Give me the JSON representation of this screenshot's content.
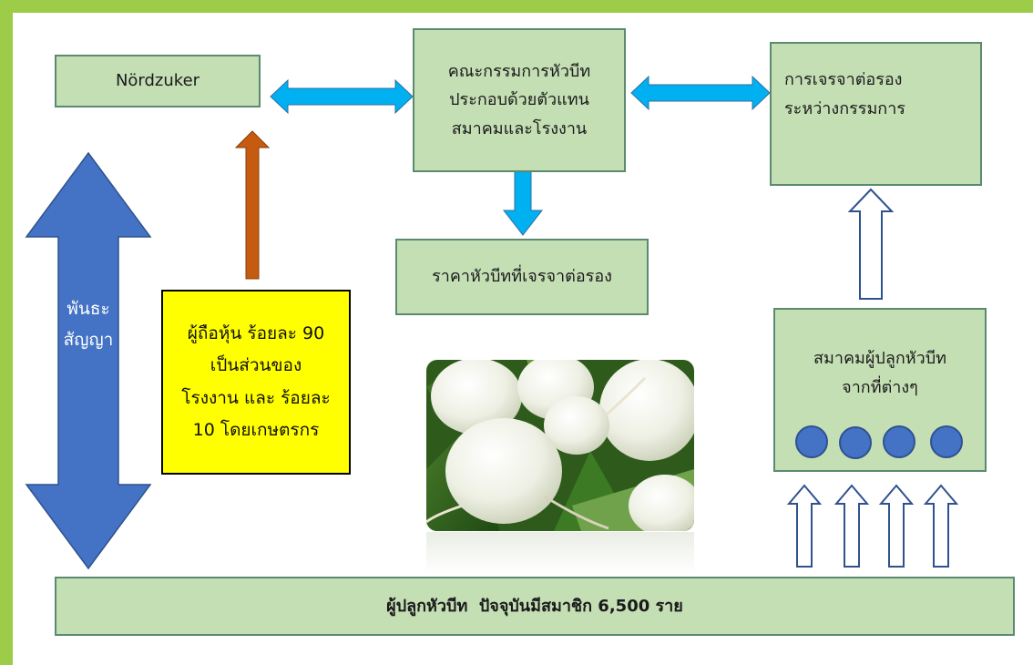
{
  "nodes": {
    "nordzuker": "Nördzuker",
    "committee": [
      "คณะกรรมการหัวบีท",
      "ประกอบด้วยตัวแทน",
      "สมาคมและโรงงาน"
    ],
    "negotiation": [
      "การเจรจาต่อรอง",
      "ระหว่างกรรมการ"
    ],
    "price": "ราคาหัวบีทที่เจรจาต่อรอง",
    "shareholders": [
      "ผู้ถือหุ้น ร้อยละ 90",
      "เป็นส่วนของ",
      "โรงงาน และ ร้อยละ",
      "10 โดยเกษตรกร"
    ],
    "associations": [
      "สมาคมผู้ปลูกหัวบีท",
      "จากที่ต่างๆ"
    ],
    "growers": "ผู้ปลูกหัวบีท  ปัจจุบันมีสมาชิก 6,500 ราย",
    "contract": [
      "พันธะ",
      "สัญญา"
    ]
  },
  "colors": {
    "frame": "#9ccc48",
    "box_fill": "#c5dfb5",
    "box_border": "#5a8a70",
    "highlight": "#ffff00",
    "light_blue_arrow": "#00b0f0",
    "dark_blue_arrow": "#4472c4",
    "brown_arrow": "#c55a11",
    "outline_arrow": "#2f528f"
  },
  "image": {
    "subject": "white beetroot photo"
  }
}
